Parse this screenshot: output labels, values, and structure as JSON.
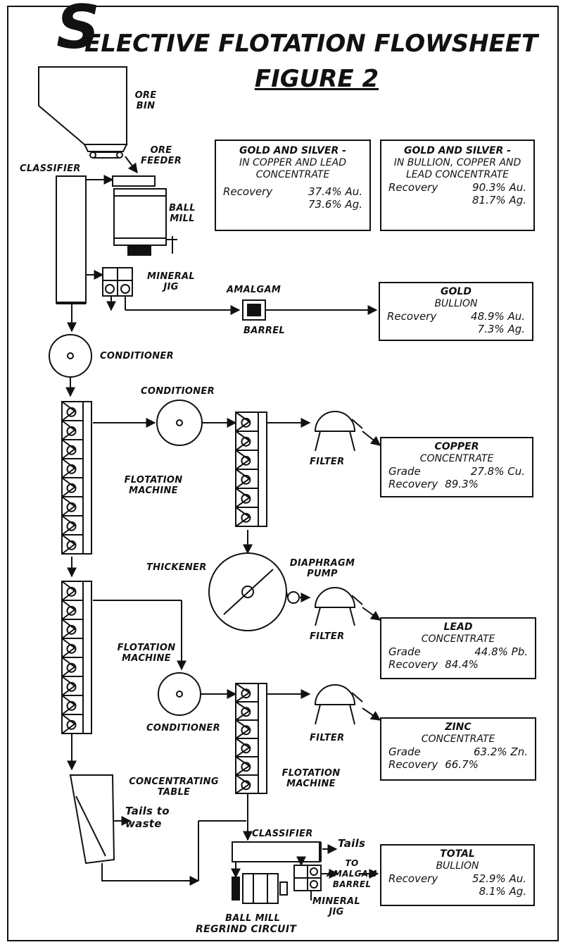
{
  "title": {
    "first_letter": "S",
    "rest": "ELECTIVE FLOTATION FLOWSHEET",
    "figure": "FIGURE 2"
  },
  "labels": {
    "ore_bin": "ORE BIN",
    "ore_feeder": "ORE FEEDER",
    "classifier": "CLASSIFIER",
    "ball_mill": "BALL MILL",
    "mineral_jig": "MINERAL JIG",
    "amalgam": "AMALGAM",
    "barrel": "BARREL",
    "conditioner_1": "CONDITIONER",
    "conditioner_2": "CONDITIONER",
    "conditioner_3": "CONDITIONER",
    "flotation_machine_1": "FLOTATION MACHINE",
    "flotation_machine_2": "FLOTATION MACHINE",
    "flotation_machine_3": "FLOTATION MACHINE",
    "thickener": "THICKENER",
    "diaphragm_pump": "DIAPHRAGM PUMP",
    "filter_1": "FILTER",
    "filter_2": "FILTER",
    "filter_3": "FILTER",
    "concentrating_table": "CONCENTRATING TABLE",
    "tails_to_waste": "Tails to waste",
    "classifier_2": "CLASSIFIER",
    "tails": "Tails",
    "to_amalgam_barrel": "TO AMALGAM BARREL",
    "mineral_jig_2": "MINERAL JIG",
    "ball_mill_2": "BALL MILL",
    "regrind_circuit": "REGRIND CIRCUIT"
  },
  "boxes": {
    "gold_silver_cu_pb": {
      "heading": "GOLD AND SILVER -",
      "sub": "IN COPPER AND LEAD CONCENTRATE",
      "recovery_label": "Recovery",
      "au": "37.4% Au.",
      "ag": "73.6% Ag."
    },
    "gold_silver_bullion": {
      "heading": "GOLD AND SILVER -",
      "sub": "IN BULLION, COPPER AND LEAD CONCENTRATE",
      "recovery_label": "Recovery",
      "au": "90.3% Au.",
      "ag": "81.7% Ag."
    },
    "gold_bullion": {
      "heading": "GOLD",
      "sub": "BULLION",
      "recovery_label": "Recovery",
      "au": "48.9% Au.",
      "ag": "7.3% Ag."
    },
    "copper": {
      "heading": "COPPER",
      "sub": "CONCENTRATE",
      "grade_label": "Grade",
      "grade": "27.8% Cu.",
      "recovery_label": "Recovery",
      "recovery": "89.3%"
    },
    "lead": {
      "heading": "LEAD",
      "sub": "CONCENTRATE",
      "grade_label": "Grade",
      "grade": "44.8% Pb.",
      "recovery_label": "Recovery",
      "recovery": "84.4%"
    },
    "zinc": {
      "heading": "ZINC",
      "sub": "CONCENTRATE",
      "grade_label": "Grade",
      "grade": "63.2% Zn.",
      "recovery_label": "Recovery",
      "recovery": "66.7%"
    },
    "total_bullion": {
      "heading": "TOTAL",
      "sub": "BULLION",
      "recovery_label": "Recovery",
      "au": "52.9% Au.",
      "ag": "8.1% Ag."
    }
  }
}
